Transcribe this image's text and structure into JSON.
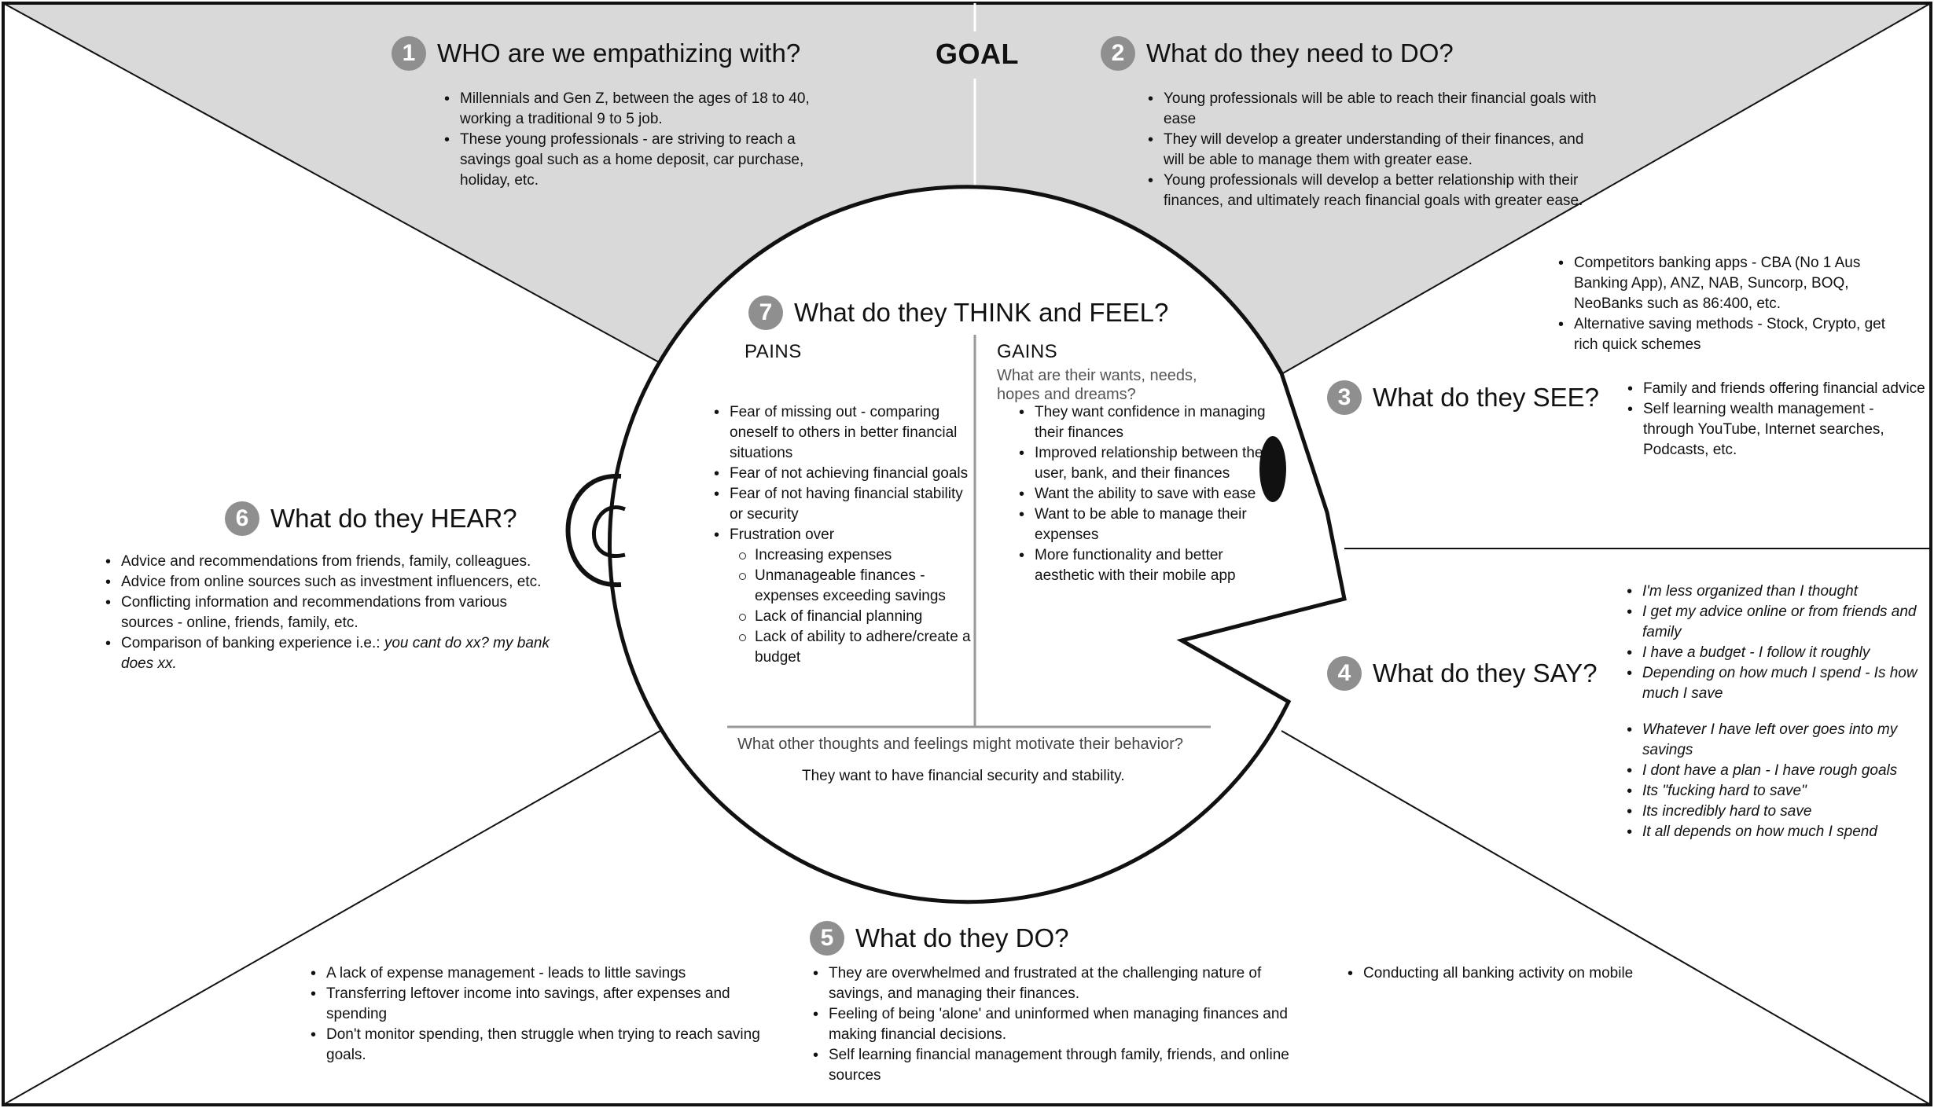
{
  "goal": "GOAL",
  "who": {
    "num": "1",
    "title": "WHO are we empathizing with?",
    "items": [
      "Millennials and Gen Z, between the ages of 18 to 40, working a traditional 9 to 5 job.",
      "These young professionals - are  striving to reach a savings goal such as a home deposit, car purchase, holiday, etc."
    ]
  },
  "need_do": {
    "num": "2",
    "title": "What do they need to DO?",
    "items": [
      "Young professionals will be able to reach their financial goals with ease",
      "They will develop a greater understanding of their finances, and  will be able to manage them with greater ease.",
      "Young professionals will  develop a better relationship with their finances, and ultimately reach financial goals with greater ease."
    ]
  },
  "see": {
    "num": "3",
    "title": "What do they SEE?",
    "items_top": [
      "Competitors banking apps - CBA (No 1 Aus Banking App), ANZ, NAB, Suncorp, BOQ, NeoBanks such as 86:400, etc.",
      "Alternative saving methods - Stock, Crypto, get rich quick schemes"
    ],
    "items_right": [
      "Family and friends offering financial advice",
      "Self learning wealth management - through YouTube, Internet searches, Podcasts, etc."
    ]
  },
  "say": {
    "num": "4",
    "title": "What do they SAY?",
    "items_a": [
      "I'm less organized than I thought",
      "I get my advice online or from friends and family",
      "I have a budget - I follow it roughly",
      "Depending on how much I spend - Is how much I save"
    ],
    "items_b": [
      "Whatever I have left over goes into my savings",
      "I dont have a plan - I have rough goals",
      "Its \"fucking hard to save\"",
      "Its incredibly hard to save",
      "It all depends on how much I spend"
    ]
  },
  "do": {
    "num": "5",
    "title": "What do they DO?",
    "items_left": [
      "A lack of expense management -  leads to little savings",
      "Transferring leftover income into savings, after expenses and spending",
      "Don't monitor spending, then struggle when trying to reach saving goals."
    ],
    "items_center": [
      "They are overwhelmed and frustrated at the challenging nature of savings, and managing their finances.",
      "Feeling of being 'alone' and uninformed when managing finances and making financial decisions.",
      "Self learning financial management through family, friends, and online sources"
    ],
    "items_right": [
      "Conducting all banking activity on mobile"
    ]
  },
  "hear": {
    "num": "6",
    "title": "What do they HEAR?",
    "items": [
      "Advice and recommendations from friends, family, colleagues.",
      "Advice from online sources such as investment influencers, etc.",
      "Conflicting information and recommendations from various sources - online, friends, family, etc."
    ],
    "last_prefix": "Comparison of banking experience i.e.: ",
    "last_italic": "you cant do xx? my bank does xx."
  },
  "think": {
    "num": "7",
    "title": "What do they THINK and FEEL?",
    "pains_label": "PAINS",
    "gains_label": "GAINS",
    "gains_sub": "What are their wants, needs, hopes and dreams?",
    "pains": [
      "Fear of missing out - comparing oneself to others in better financial situations",
      "Fear of not achieving financial goals",
      "Fear of not having financial stability or security"
    ],
    "frustration": "Frustration over",
    "frustration_items": [
      "Increasing expenses",
      "Unmanageable finances - expenses exceeding savings",
      "Lack of financial planning",
      "Lack of ability to adhere/create a budget"
    ],
    "gains": [
      "They want confidence in managing their finances",
      "Improved relationship between the user, bank, and their finances",
      "Want the ability to save with ease",
      "Want to be able to manage their expenses",
      "More functionality and better aesthetic with their mobile app"
    ],
    "other_q": "What other thoughts and feelings might motivate their behavior?",
    "other_a": "They want to have financial security and stability."
  },
  "colors": {
    "top_fill": "#d9d9d9",
    "badge": "#8f8f8f",
    "line": "#111111"
  }
}
